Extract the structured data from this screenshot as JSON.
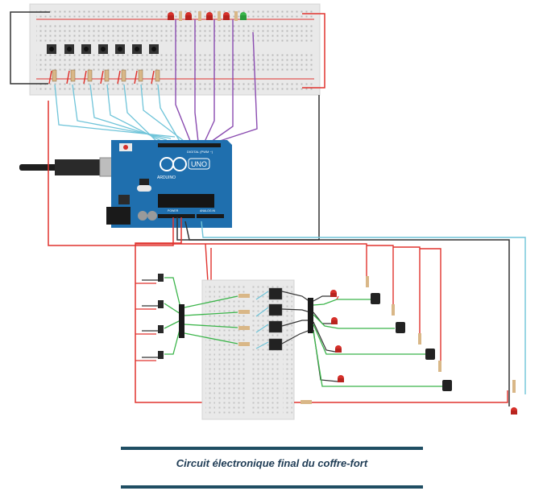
{
  "caption": "Circuit électronique final du coffre-fort",
  "arduino": {
    "model_label": "UNO",
    "brand_label": "ARDUINO",
    "digital_label": "DIGITAL (PWM ~)",
    "power_label": "POWER",
    "analog_label": "ANALOG IN"
  },
  "colors": {
    "wire_red": "#e0332e",
    "wire_black": "#333333",
    "wire_cyan": "#6fc4d9",
    "wire_purple": "#8a4bb0",
    "wire_green": "#3bb54a",
    "board_blue": "#1f6fae",
    "rule": "#1f4e63",
    "caption_text": "#1f3c55"
  }
}
